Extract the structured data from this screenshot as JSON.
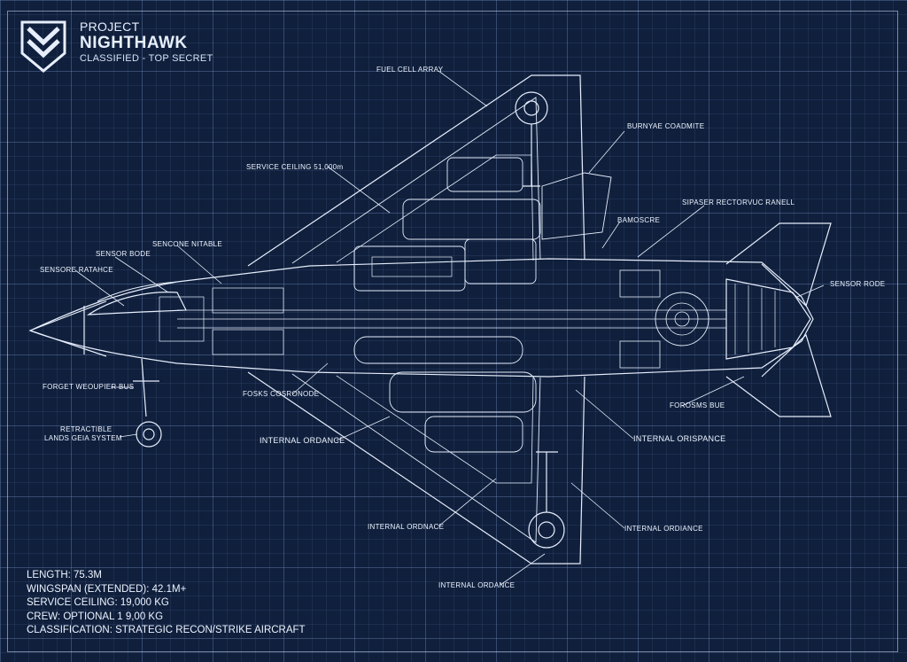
{
  "header": {
    "project": "PROJECT",
    "name": "NIGHTHAWK",
    "classification": "CLASSIFIED - TOP SECRET"
  },
  "labels": {
    "fuel_cell_array": "FUEL CELL ARRAY",
    "burnyae_coadmite": "BURNYAE COADMITE",
    "service_ceiling": "SERVICE CEILING 51,000m",
    "bamoscre": "BAMOSCRE",
    "sipaser_rectorvuc": "SIPASER RECTORVUC RANELL",
    "sensor_bode": "SENSOR BODE",
    "sencone_nitable": "SENCONE NITABLE",
    "sensore_ratahce": "SENSORE RATAHCE",
    "sensor_rode": "SENSOR RODE",
    "forget_weoupier_bus": "FORGET WEOUPIER BUS",
    "fosks_cosronode": "FOSKS COSRONODE",
    "forosms_bue": "FOROSMS BUE",
    "retractible_1": "RETRACTIBLE",
    "retractible_2": "LANDS GEIA SYSTEM",
    "internal_ordance_left": "INTERNAL ORDANCE",
    "internal_orispance": "INTERNAL ORISPANCE",
    "internal_ordnace_1": "INTERNAL ORDNACE",
    "internal_ordiance_2": "INTERNAL ORDIANCE",
    "internal_ordance_bottom": "INTERNAL ORDANCE"
  },
  "specs": {
    "length": "LENGTH: 75.3M",
    "wingspan": "WINGSPAN (EXTENDED): 42.1M+",
    "ceiling": "SERVICE CEILING: 19,000 KG",
    "crew": "CREW: OPTIONAL 1 9,00 KG",
    "classification": "CLASSIFICATION: STRATEGIC RECON/STRIKE AIRCRAFT"
  },
  "colors": {
    "background": "#0f1f3c",
    "line": "#e7eefb"
  },
  "icons": {
    "logo": "chevron-shield-icon"
  }
}
